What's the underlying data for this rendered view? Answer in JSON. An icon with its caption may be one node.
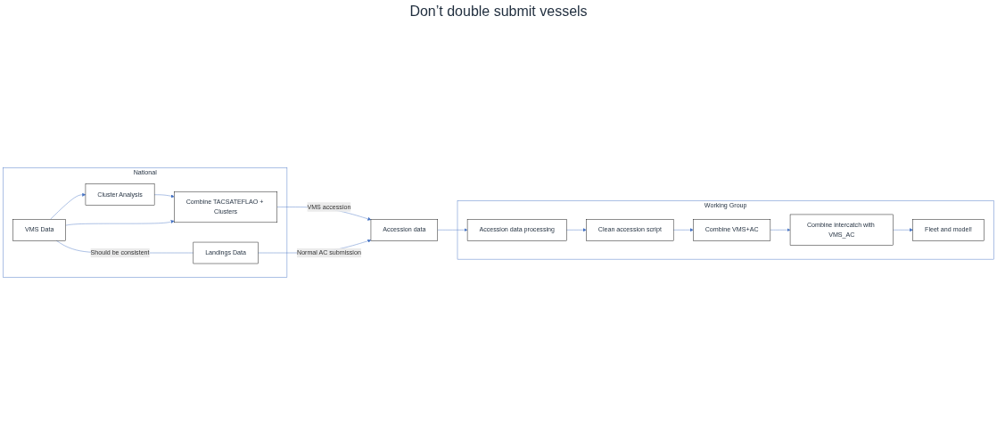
{
  "diagram": {
    "nodes": [
      {
        "text": [
          "National"
        ]
      },
      {
        "text": [
          "Cluster Analysis"
        ],
        "in": 0
      },
      {
        "text": [
          "VMS Data"
        ],
        "in": 0
      },
      {
        "text": [
          "Combine TACSATEFLAO + Clusters"
        ],
        "in": 0
      },
      {
        "text": [
          "Landings Data"
        ],
        "in": 0
      },
      {
        "text": [
          "Accession data"
        ]
      },
      {
        "text": [
          "Working Group"
        ]
      },
      {
        "text": [
          "Combine intercatch with VMS_AC"
        ],
        "in": 6
      },
      {
        "text": [
          "Fleet and model!"
        ],
        "in": 6
      },
      {
        "text": [
          "Combine VMS+AC"
        ],
        "in": 6
      },
      {
        "text": [
          "Accession data processing"
        ],
        "in": 6
      },
      {
        "text": [
          "Clean accession script"
        ],
        "in": 6
      }
    ],
    "edges": [
      {
        "from": 2,
        "to": 1,
        "arrow": "to"
      },
      {
        "from": 1,
        "to": 3,
        "arrow": "to"
      },
      {
        "from": 2,
        "to": 3,
        "arrow": "to"
      },
      {
        "from": 2,
        "to": 4,
        "arrow": "none",
        "label": "Should be consistent"
      },
      {
        "from": 3,
        "to": 5,
        "arrow": "to",
        "label": "VMS accession"
      },
      {
        "from": 4,
        "to": 5,
        "arrow": "to",
        "label": "Normal AC submission"
      },
      {
        "from": 5,
        "to": 10,
        "arrow": "to"
      },
      {
        "from": 10,
        "to": 11,
        "arrow": "to"
      },
      {
        "from": 11,
        "to": 9,
        "arrow": "to"
      },
      {
        "from": 9,
        "to": 7,
        "arrow": "to"
      },
      {
        "from": 7,
        "to": 8,
        "arrow": "to"
      }
    ],
    "labels": [
      "Don’t double submit vessels"
    ]
  }
}
